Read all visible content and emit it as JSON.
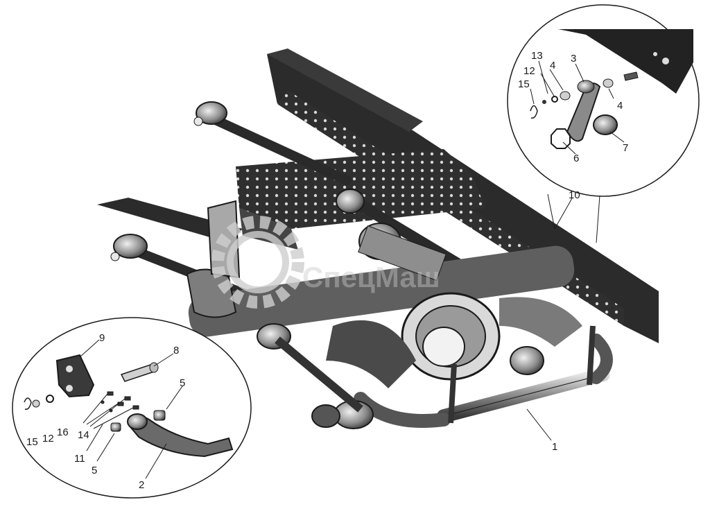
{
  "diagram": {
    "watermark": {
      "text": "СпецМаш",
      "icon": "gear-logo-icon"
    },
    "callouts": {
      "c1": "1",
      "c2": "2",
      "c3": "3",
      "c4a": "4",
      "c4b": "4",
      "c5a": "5",
      "c5b": "5",
      "c6": "6",
      "c7": "7",
      "c8": "8",
      "c9": "9",
      "c10": "10",
      "c11": "11",
      "c12a": "12",
      "c12b": "12",
      "c13": "13",
      "c14": "14",
      "c15a": "15",
      "c15b": "15",
      "c16": "16"
    },
    "colors": {
      "ink": "#1a1a1a",
      "metal_dark": "#2b2b2b",
      "metal_mid": "#6d6d6d",
      "metal_light": "#b5b5b5",
      "paper": "#ffffff"
    }
  }
}
